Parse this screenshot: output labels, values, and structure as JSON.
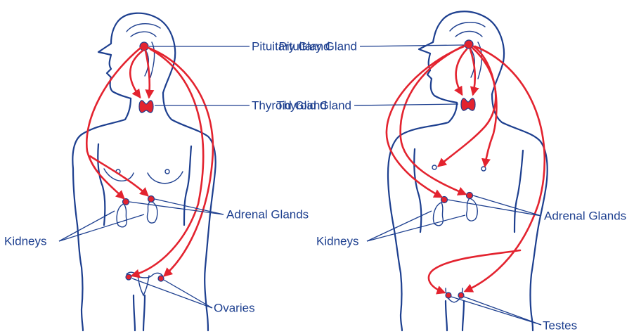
{
  "labels": {
    "pituitary": "Pituitary Gland",
    "thyroid": "Thyroid Gland",
    "adrenal_female": "Adrenal Glands",
    "adrenal_male": "Adrenal Glands",
    "kidneys_female": "Kidneys",
    "kidneys_male": "Kidneys",
    "ovaries": "Ovaries",
    "testes": "Testes"
  },
  "colors": {
    "outline": "#1d3f8f",
    "arrow": "#e3232f",
    "background": "#ffffff"
  }
}
